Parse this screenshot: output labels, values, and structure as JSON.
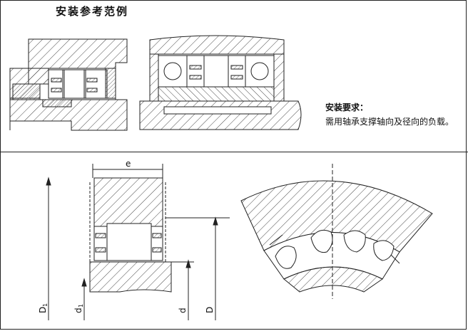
{
  "title": "安装参考范例",
  "requirements": {
    "heading": "安装要求：",
    "text": "需用轴承支撑轴向及径向的负载。"
  },
  "dimensions": {
    "e": "e",
    "D1_main": "D",
    "D1_sub": "1",
    "d1_main": "d",
    "d1_sub": "1",
    "d": "d",
    "D": "D"
  }
}
